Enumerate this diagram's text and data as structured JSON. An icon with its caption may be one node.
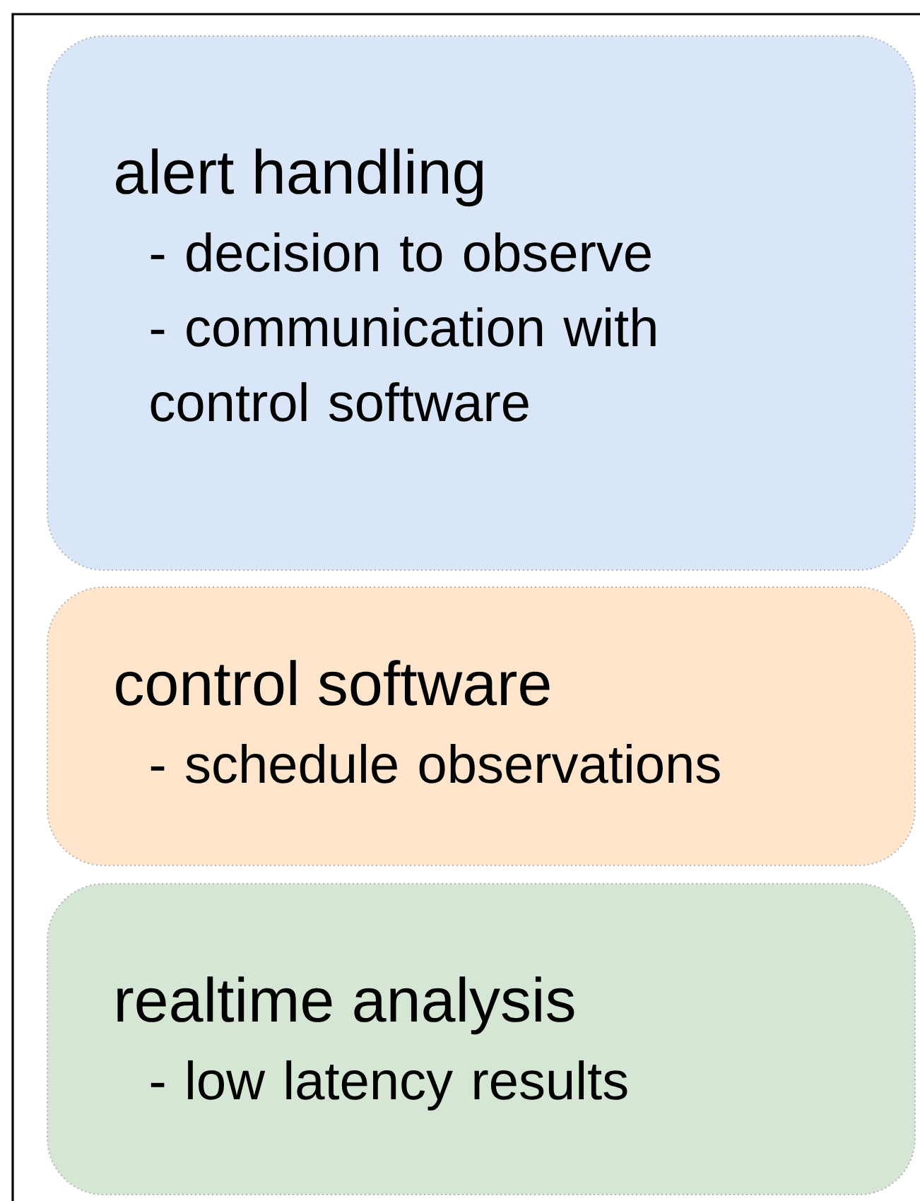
{
  "diagram": {
    "nodes": [
      {
        "text": [
          "alert handling",
          "- decision to observe",
          "- communication with control software"
        ]
      },
      {
        "text": [
          "control software",
          "- schedule observations"
        ]
      },
      {
        "text": [
          "realtime analysis",
          "- low latency results"
        ]
      }
    ]
  }
}
